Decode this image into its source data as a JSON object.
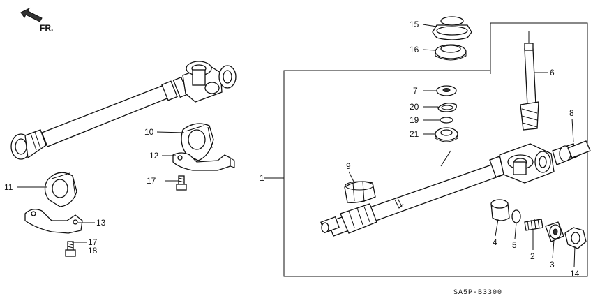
{
  "diagram": {
    "direction_label": "FR.",
    "code": "SA5P-B3300",
    "labels": [
      "1",
      "2",
      "3",
      "4",
      "5",
      "6",
      "7",
      "8",
      "9",
      "10",
      "11",
      "12",
      "13",
      "14",
      "15",
      "16",
      "17",
      "17",
      "18",
      "19",
      "20",
      "21"
    ]
  }
}
